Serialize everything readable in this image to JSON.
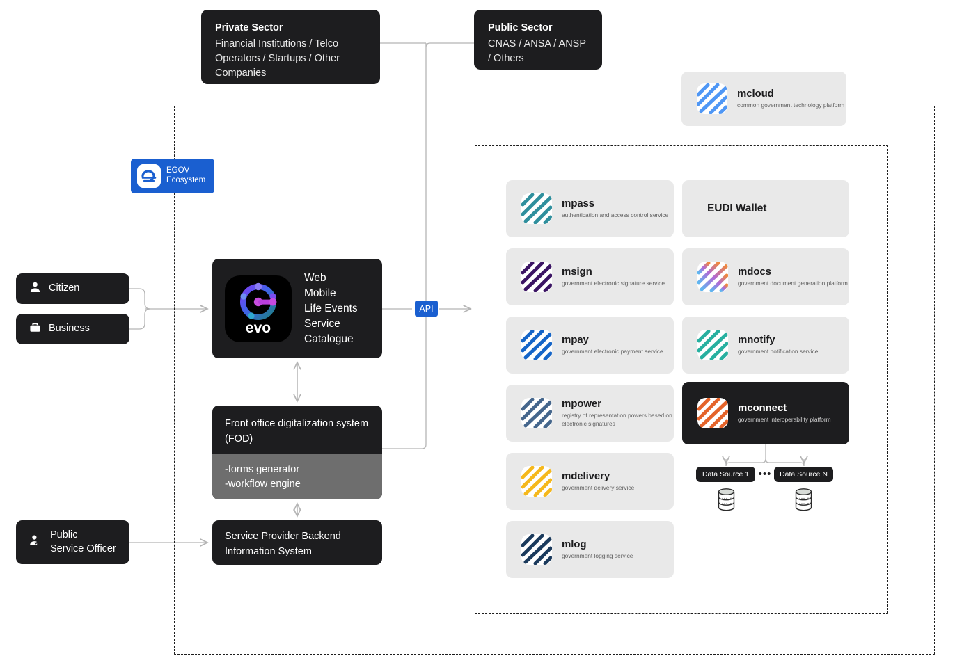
{
  "regions": {
    "outer_boundary": "egov-ecosystem-boundary",
    "inner_boundary": "government-platform-services-boundary"
  },
  "top": {
    "private_sector": {
      "title": "Private Sector",
      "desc": "Financial Institutions / Telco Operators / Startups / Other Companies"
    },
    "public_sector": {
      "title": "Public Sector",
      "desc": "CNAS / ANSA / ANSP / Others"
    }
  },
  "egov_badge": {
    "line1": "EGOV",
    "line2": "Ecosystem",
    "icon": "egov-e-logo",
    "color": "#1a5fd0"
  },
  "actors": [
    {
      "label": "Citizen",
      "icon": "person-icon"
    },
    {
      "label": "Business",
      "icon": "briefcase-icon"
    },
    {
      "label": "Public\nService Officer",
      "icon": "person-check-icon"
    }
  ],
  "actor_officer": {
    "line1": "Public",
    "line2": "Service Officer"
  },
  "evo": {
    "logo_label": "evo",
    "channels": [
      "Web",
      "Mobile",
      "Life Events",
      "Service",
      "Catalogue"
    ],
    "channels_text": "Web\nMobile\nLife Events\nService\nCatalogue"
  },
  "fod": {
    "title": "Front office digitalization system (FOD)",
    "features": "-forms generator\n-workflow engine"
  },
  "backend": {
    "title": "Service Provider Backend Information System"
  },
  "api": {
    "label": "API",
    "color": "#1a5fd0"
  },
  "mcloud": {
    "name": "mcloud",
    "desc": "common government technology platform",
    "icon": "mcloud-stripes-icon",
    "color": "#4f97f5"
  },
  "services_left": [
    {
      "name": "mpass",
      "desc": "authentication and access control service",
      "icon": "mpass-stripes-icon",
      "color": "#2f8f9d"
    },
    {
      "name": "msign",
      "desc": "government electronic signature service",
      "icon": "msign-stripes-icon",
      "color": "#3b1464"
    },
    {
      "name": "mpay",
      "desc": "government electronic payment service",
      "icon": "mpay-stripes-icon",
      "color": "#1565c8"
    },
    {
      "name": "mpower",
      "desc": "registry of representation powers based on electronic signatures",
      "icon": "mpower-stripes-icon",
      "color": "#45668c"
    },
    {
      "name": "mdelivery",
      "desc": "government delivery service",
      "icon": "mdelivery-stripes-icon",
      "color": "#f5b81c"
    },
    {
      "name": "mlog",
      "desc": "government logging service",
      "icon": "mlog-stripes-icon",
      "color": "#1b3a5c"
    }
  ],
  "services_right": [
    {
      "name": "EUDI Wallet",
      "desc": "",
      "icon": "",
      "color": ""
    },
    {
      "name": "mdocs",
      "desc": "government document generation platform",
      "icon": "mdocs-stripes-icon",
      "color": "#b06ad6"
    },
    {
      "name": "mnotify",
      "desc": "government notification service",
      "icon": "mnotify-stripes-icon",
      "color": "#27b0a0"
    },
    {
      "name": "mconnect",
      "desc": "government interoperability platform",
      "icon": "mconnect-stripes-icon",
      "color": "#e4632a"
    }
  ],
  "data_sources": {
    "first": "Data Source 1",
    "ellipsis": "•••",
    "last": "Data Source N",
    "db_icon": "database-cylinder-icon"
  }
}
